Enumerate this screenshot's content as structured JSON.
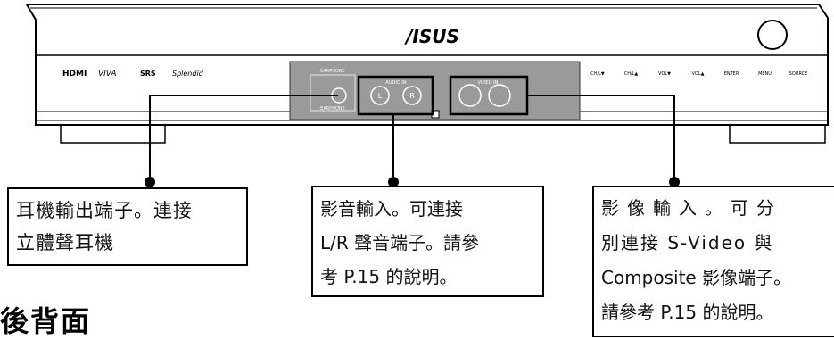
{
  "device": {
    "brand": "/ISUS",
    "front_logos": [
      "HDMI",
      "VIVA",
      "SRS",
      "Splendid"
    ],
    "panel_labels": {
      "earphone_top": "EARPHONE",
      "earphone_bottom": "EARPHONE",
      "audio_in": "AUDIO IN",
      "video_in": "VIDEO IN"
    },
    "jacks": {
      "audio_left": "L",
      "audio_right": "R"
    },
    "buttons": [
      "CH/L▼",
      "CH/L▲",
      "VOL▼",
      "VOL▲",
      "ENTER",
      "MENU",
      "SOURCE"
    ]
  },
  "callouts": {
    "earphone": {
      "line1": "耳機輸出端子。連接",
      "line2": "立體聲耳機"
    },
    "audio": {
      "line1": "影音輸入。可連接",
      "line2": "L/R 聲音端子。請參",
      "line3": "考 P.15 的說明。"
    },
    "video": {
      "line1": "影像輸入。可分",
      "line2": "別連接 S-Video 與",
      "line3": "Composite 影像端子。",
      "line4": "請參考 P.15 的說明。"
    }
  },
  "section_heading": "後背面"
}
